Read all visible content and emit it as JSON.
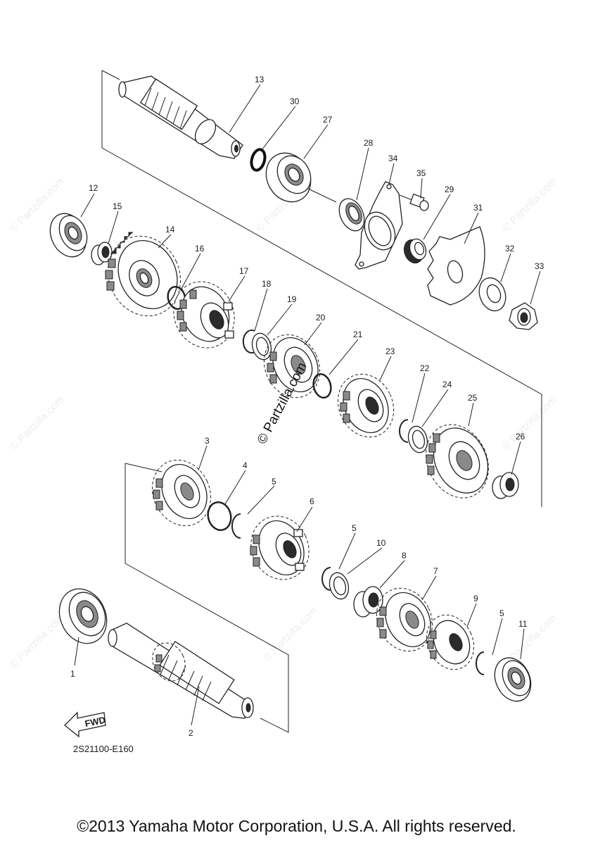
{
  "diagram": {
    "reference_code": "2S21100-E160",
    "fwd_label": "FWD",
    "center_watermark": "© Partzilla.com",
    "repeating_watermark": "© Partzilla.com",
    "callouts": [
      "1",
      "2",
      "3",
      "4",
      "5",
      "5",
      "5",
      "5",
      "6",
      "7",
      "8",
      "9",
      "10",
      "11",
      "12",
      "13",
      "14",
      "15",
      "16",
      "17",
      "18",
      "19",
      "20",
      "21",
      "22",
      "23",
      "24",
      "25",
      "26",
      "27",
      "28",
      "29",
      "30",
      "31",
      "32",
      "33",
      "34",
      "35"
    ]
  },
  "copyright": "©2013 Yamaha Motor Corporation, U.S.A. All rights reserved."
}
